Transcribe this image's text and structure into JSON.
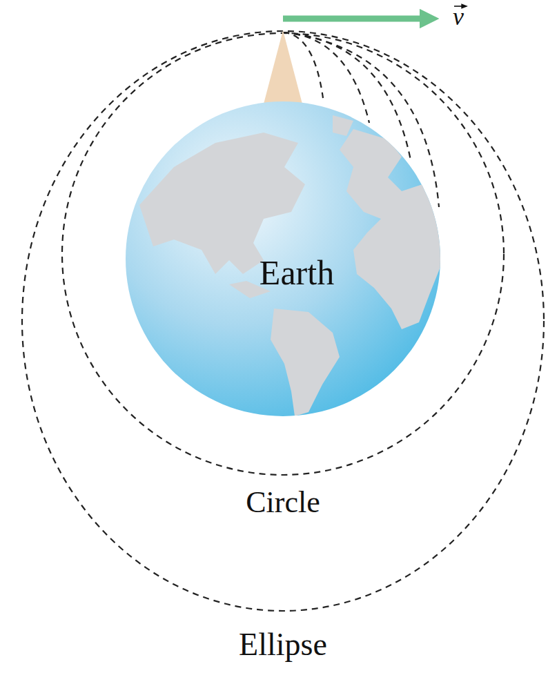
{
  "diagram": {
    "nodes": [
      {
        "text": [
          "Earth"
        ]
      }
    ],
    "labels": [
      "v",
      "Circle",
      "Ellipse"
    ]
  }
}
